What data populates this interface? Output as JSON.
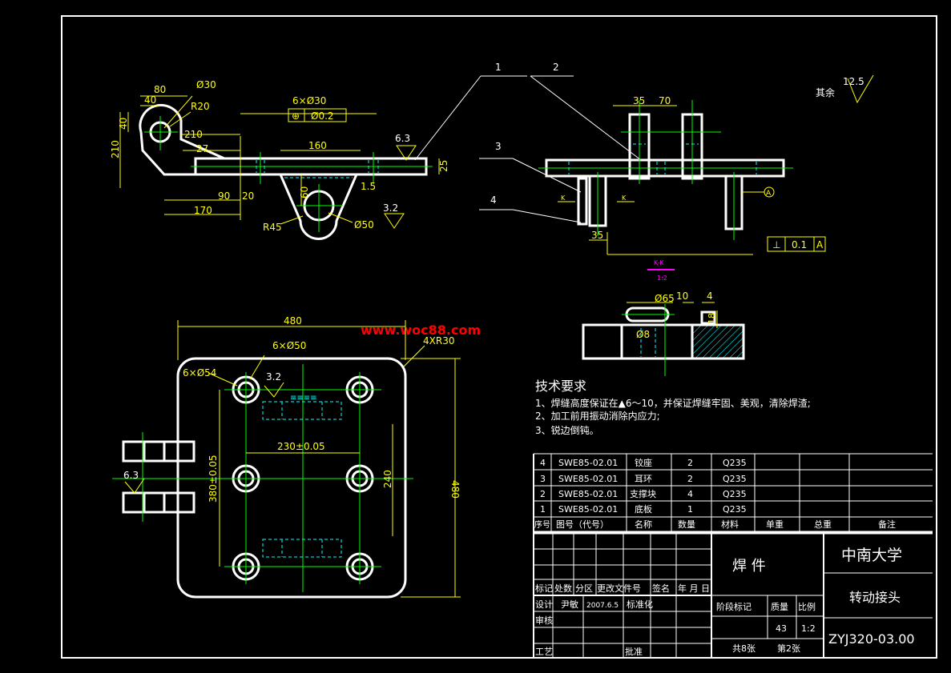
{
  "watermark": "www.woc88.com",
  "colors": {
    "background": "#000000",
    "outline": "#ffffff",
    "dimension": "#ffff00",
    "centerline": "#00ff00",
    "hidden": "#00ffff",
    "section": "#ff00ff",
    "watermark": "#ff0000"
  },
  "top_view": {
    "dims": {
      "d30": "Ø30",
      "r20": "R20",
      "w80": "80",
      "w40": "40",
      "h40": "40",
      "w210": "210",
      "h210": "210",
      "w27": "27",
      "w160": "160",
      "h25": "25",
      "w90": "90",
      "w20": "20",
      "w170": "170",
      "h60": "60",
      "r45": "R45",
      "d50": "Ø50",
      "w1_5": "1.5"
    },
    "hole_callout": "6×Ø30",
    "position_tol": "Ø0.2",
    "position_symbol": "⊕",
    "rough_63": "6.3",
    "rough_32": "3.2"
  },
  "front_view": {
    "dims": {
      "w35": "35",
      "w70": "70",
      "w35b": "35"
    },
    "balloons": [
      "1",
      "2",
      "3",
      "4"
    ],
    "datum": "A",
    "section_label": "K",
    "flatness": {
      "symbol": "⊥",
      "value": "0.1",
      "datum": "A"
    }
  },
  "section_view": {
    "title": "K-K",
    "scale": "1:2",
    "dims": {
      "d65": "Ø65",
      "w10": "10",
      "w4": "4",
      "h18": "18",
      "d8": "Ø8"
    }
  },
  "plan_view": {
    "dims": {
      "w480": "480",
      "h480": "480",
      "r30": "4XR30",
      "d50": "6×Ø50",
      "d54": "6×Ø54",
      "r32": "3.2",
      "r63": "6.3",
      "w230": "230±0.05",
      "h380": "380±0.05",
      "h240": "240"
    }
  },
  "roughness_default": {
    "label": "其余",
    "value": "12.5"
  },
  "tech_requirements": {
    "title": "技术要求",
    "items": [
      "1、焊缝高度保证在▲6～10，并保证焊缝牢固、美观，清除焊渣;",
      "2、加工前用振动消除内应力;",
      "3、锐边倒钝。"
    ]
  },
  "bom": {
    "headers": [
      "序号",
      "图号（代号）",
      "名称",
      "数量",
      "材料",
      "单重",
      "总重",
      "备注"
    ],
    "rows": [
      [
        "4",
        "SWE85-02.01",
        "铰座",
        "2",
        "Q235"
      ],
      [
        "3",
        "SWE85-02.01",
        "耳环",
        "2",
        "Q235"
      ],
      [
        "2",
        "SWE85-02.01",
        "支撑块",
        "4",
        "Q235"
      ],
      [
        "1",
        "SWE85-02.01",
        "底板",
        "1",
        "Q235"
      ]
    ]
  },
  "title_block": {
    "part_type": "焊 件",
    "school": "中南大学",
    "drawing_name": "转动接头",
    "drawing_no": "ZYJ320-03.00",
    "rev_header": [
      "标记",
      "处数",
      "分区",
      "更改文件号",
      "签名",
      "年 月 日"
    ],
    "design": "设计",
    "designer": "尹敏",
    "date": "2007.6.5",
    "standard": "标准化",
    "review": "审核",
    "process": "工艺",
    "approve": "批准",
    "stage": "阶段标记",
    "mass": "质量",
    "scale": "比例",
    "mass_val": "43",
    "scale_val": "1:2",
    "sheets": "共8张",
    "sheet": "第2张"
  }
}
